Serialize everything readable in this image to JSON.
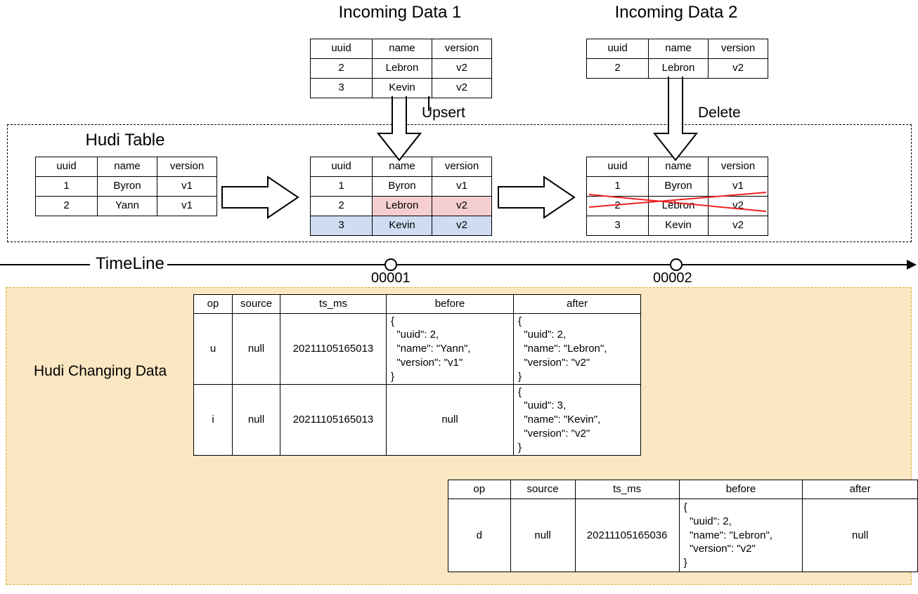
{
  "titles": {
    "incoming1": "Incoming Data 1",
    "incoming2": "Incoming Data 2",
    "hudi_table": "Hudi Table",
    "timeline": "TimeLine",
    "changing_data": "Hudi Changing Data"
  },
  "operations": {
    "upsert": "Upsert",
    "delete": "Delete"
  },
  "timeline_marks": [
    {
      "label": "00001"
    },
    {
      "label": "00002"
    }
  ],
  "incoming_data_1": {
    "columns": [
      "uuid",
      "name",
      "version"
    ],
    "rows": [
      {
        "cells": [
          "2",
          "Lebron",
          "v2"
        ]
      },
      {
        "cells": [
          "3",
          "Kevin",
          "v2"
        ]
      }
    ]
  },
  "incoming_data_2": {
    "columns": [
      "uuid",
      "name",
      "version"
    ],
    "rows": [
      {
        "cells": [
          "2",
          "Lebron",
          "v2"
        ]
      }
    ]
  },
  "hudi_table_initial": {
    "columns": [
      "uuid",
      "name",
      "version"
    ],
    "rows": [
      {
        "cells": [
          "1",
          "Byron",
          "v1"
        ]
      },
      {
        "cells": [
          "2",
          "Yann",
          "v1"
        ]
      }
    ]
  },
  "hudi_table_after_upsert": {
    "columns": [
      "uuid",
      "name",
      "version"
    ],
    "rows": [
      {
        "cells": [
          "1",
          "Byron",
          "v1"
        ],
        "highlight": [
          "none",
          "none",
          "none"
        ]
      },
      {
        "cells": [
          "2",
          "Lebron",
          "v2"
        ],
        "highlight": [
          "none",
          "pink",
          "pink"
        ]
      },
      {
        "cells": [
          "3",
          "Kevin",
          "v2"
        ],
        "highlight": [
          "blue",
          "blue",
          "blue"
        ]
      }
    ]
  },
  "hudi_table_after_delete": {
    "columns": [
      "uuid",
      "name",
      "version"
    ],
    "rows": [
      {
        "cells": [
          "1",
          "Byron",
          "v1"
        ]
      },
      {
        "cells": [
          "2",
          "Lebron",
          "v2"
        ],
        "struck": true
      },
      {
        "cells": [
          "3",
          "Kevin",
          "v2"
        ]
      }
    ],
    "strike_color": "#ee2222"
  },
  "changelog_upsert": {
    "columns": [
      "op",
      "source",
      "ts_ms",
      "before",
      "after"
    ],
    "rows": [
      {
        "op": "u",
        "source": "null",
        "ts_ms": "20211105165013",
        "before": "{\n  \"uuid\": 2,\n  \"name\": \"Yann\",\n  \"version\": \"v1\"\n}",
        "after": "{\n  \"uuid\": 2,\n  \"name\": \"Lebron\",\n  \"version\": \"v2\"\n}"
      },
      {
        "op": "i",
        "source": "null",
        "ts_ms": "20211105165013",
        "before": "null",
        "after": "{\n  \"uuid\": 3,\n  \"name\": \"Kevin\",\n  \"version\": \"v2\"\n}"
      }
    ]
  },
  "changelog_delete": {
    "columns": [
      "op",
      "source",
      "ts_ms",
      "before",
      "after"
    ],
    "rows": [
      {
        "op": "d",
        "source": "null",
        "ts_ms": "20211105165036",
        "before": "{\n  \"uuid\": 2,\n  \"name\": \"Lebron\",\n  \"version\": \"v2\"\n}",
        "after": "null"
      }
    ]
  },
  "colors": {
    "pink": "#f5cfcf",
    "blue": "#cfdcf2",
    "beige": "#fbe7c1",
    "beige_border": "#d8a93b",
    "strike": "#ee2222",
    "line": "#000000"
  }
}
